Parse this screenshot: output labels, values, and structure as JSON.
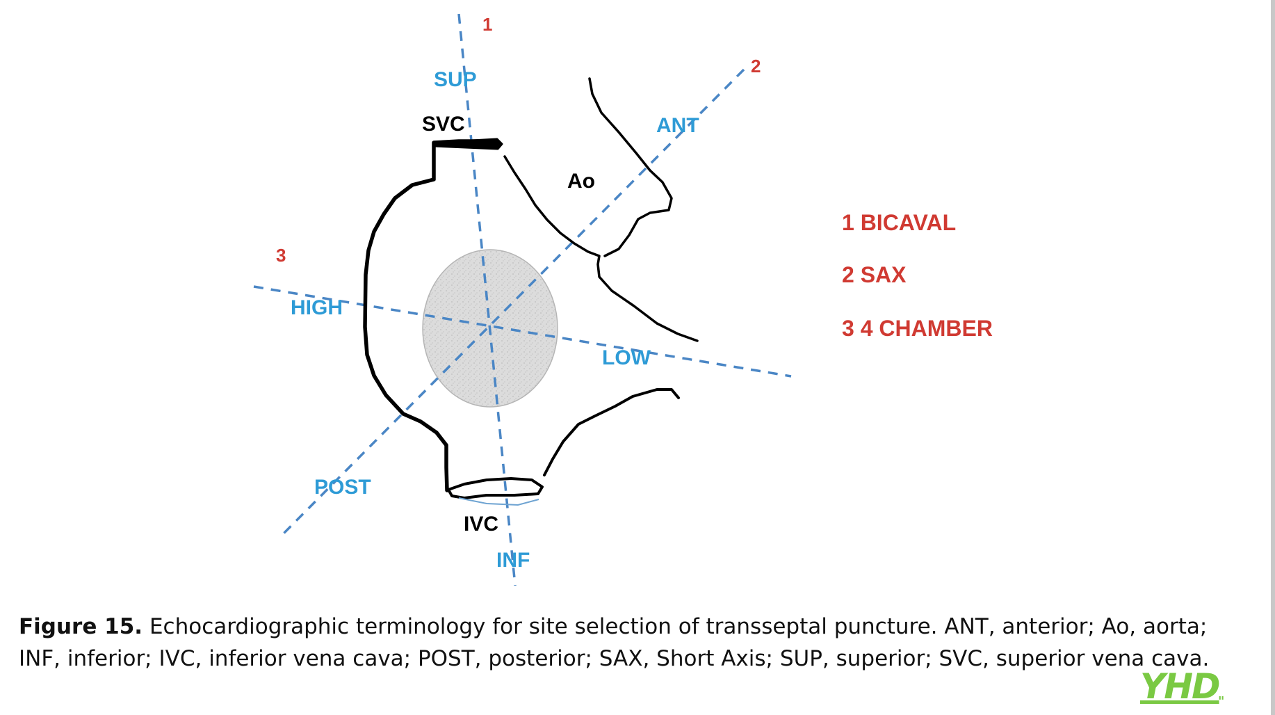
{
  "colors": {
    "axis_blue": "#4a86c5",
    "label_blue": "#2e9bd6",
    "number_red": "#d03a32",
    "outline_black": "#000000",
    "septum_fill": "#dcdcdc",
    "border_gray": "#c8c8c8",
    "logo_green": "#7ac943",
    "caption_text": "#111111"
  },
  "axes": {
    "bicaval_number": "1",
    "sax_number": "2",
    "four_chamber_number": "3",
    "sup": "SUP",
    "inf": "INF",
    "ant": "ANT",
    "post": "POST",
    "high": "HIGH",
    "low": "LOW"
  },
  "structures": {
    "svc": "SVC",
    "ivc": "IVC",
    "ao": "Ao"
  },
  "legend": [
    {
      "text": "1 BICAVAL"
    },
    {
      "text": "2 SAX"
    },
    {
      "text": "3 4 CHAMBER"
    }
  ],
  "caption": {
    "lead": "Figure 15.",
    "text": " Echocardiographic terminology for site selection of transseptal puncture. ANT, anterior; Ao, aorta; INF, inferior; IVC, inferior vena cava; POST, posterior; SAX, Short Axis; SUP, superior; SVC, superior vena cava."
  },
  "logo": {
    "text": "YHD",
    "tail": "\""
  }
}
